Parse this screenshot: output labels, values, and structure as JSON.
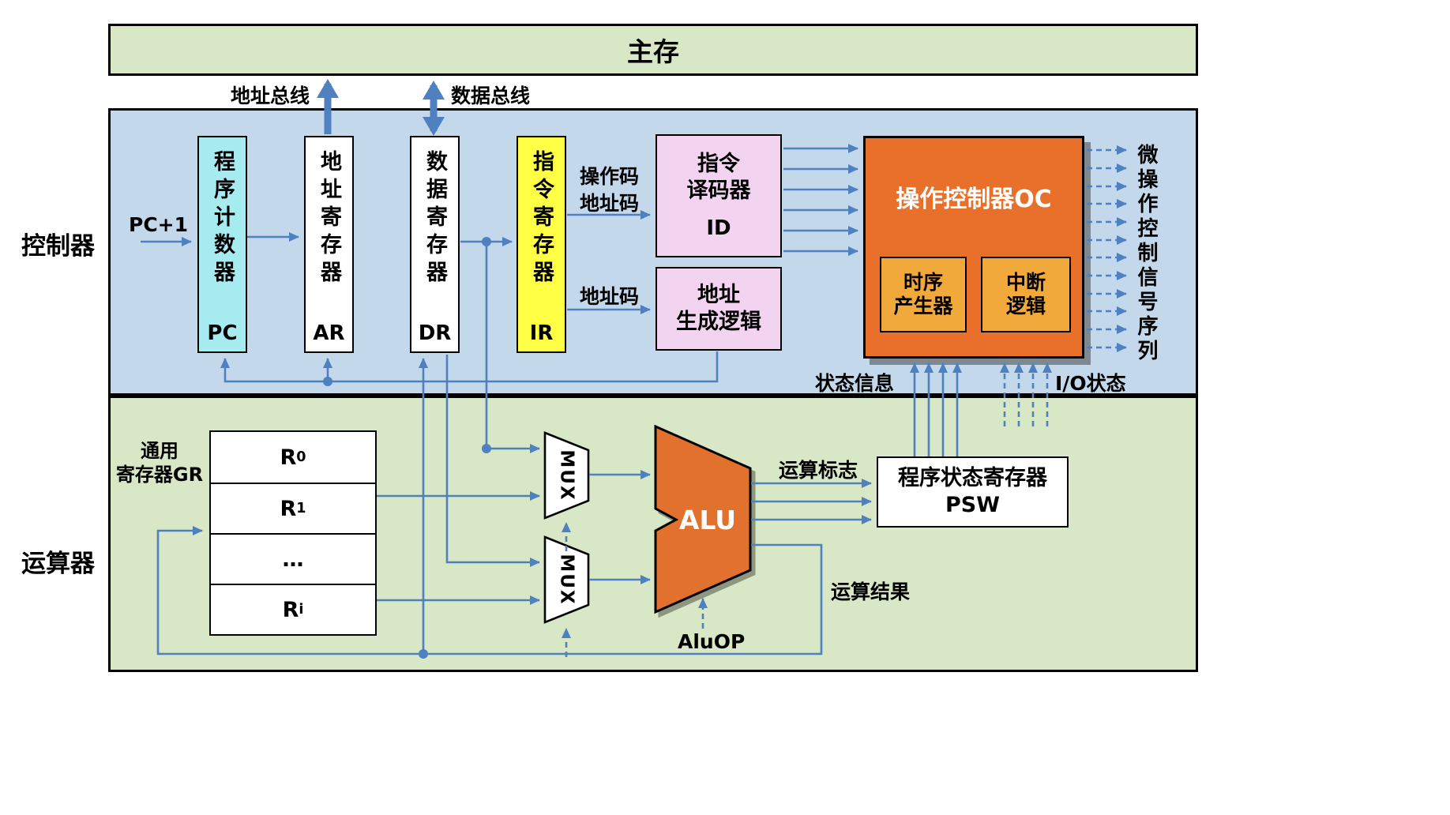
{
  "memory": {
    "label": "主存"
  },
  "side_labels": {
    "controller": "控制器",
    "datapath": "运算器"
  },
  "buses": {
    "address": "地址总线",
    "data": "数据总线"
  },
  "registers": {
    "pc": {
      "name": "程序计数器",
      "abbr": "PC"
    },
    "ar": {
      "name": "地址寄存器",
      "abbr": "AR"
    },
    "dr": {
      "name": "数据寄存器",
      "abbr": "DR"
    },
    "ir": {
      "name": "指令寄存器",
      "abbr": "IR"
    }
  },
  "decoder": {
    "line1": "指令",
    "line2": "译码器",
    "abbr": "ID"
  },
  "addr_gen": {
    "line1": "地址",
    "line2": "生成逻辑"
  },
  "oc": {
    "title": "操作控制器OC",
    "timing": {
      "line1": "时序",
      "line2": "产生器"
    },
    "interrupt": {
      "line1": "中断",
      "line2": "逻辑"
    }
  },
  "gr": {
    "caption_line1": "通用",
    "caption_line2": "寄存器GR",
    "rows": [
      {
        "base": "R",
        "sub": "0"
      },
      {
        "base": "R",
        "sub": "1"
      },
      {
        "base": "…",
        "sub": ""
      },
      {
        "base": "R",
        "sub": "i"
      }
    ]
  },
  "mux": {
    "label": "MUX"
  },
  "alu": {
    "label": "ALU",
    "op_label": "AluOP"
  },
  "psw": {
    "line1": "程序状态寄存器",
    "line2": "PSW"
  },
  "labels": {
    "pc_plus1": "PC+1",
    "opcode": "操作码",
    "addr_code_top": "地址码",
    "addr_code_bottom": "地址码",
    "status_info": "状态信息",
    "io_status": "I/O状态",
    "micro_ops": "微操作控制信号序列",
    "alu_flags": "运算标志",
    "alu_result": "运算结果"
  },
  "colors": {
    "controller_bg": "#c4d8ec",
    "datapath_bg": "#d8e7c5",
    "memory_bg": "#d8e7c5",
    "pc_fill": "#a6ebf0",
    "ir_fill": "#ffff45",
    "decoder_fill": "#f2d4f0",
    "oc_fill": "#e8702a",
    "oc_inner_fill": "#f2a93b",
    "alu_fill": "#e2712e",
    "wire": "#4f80bf"
  }
}
